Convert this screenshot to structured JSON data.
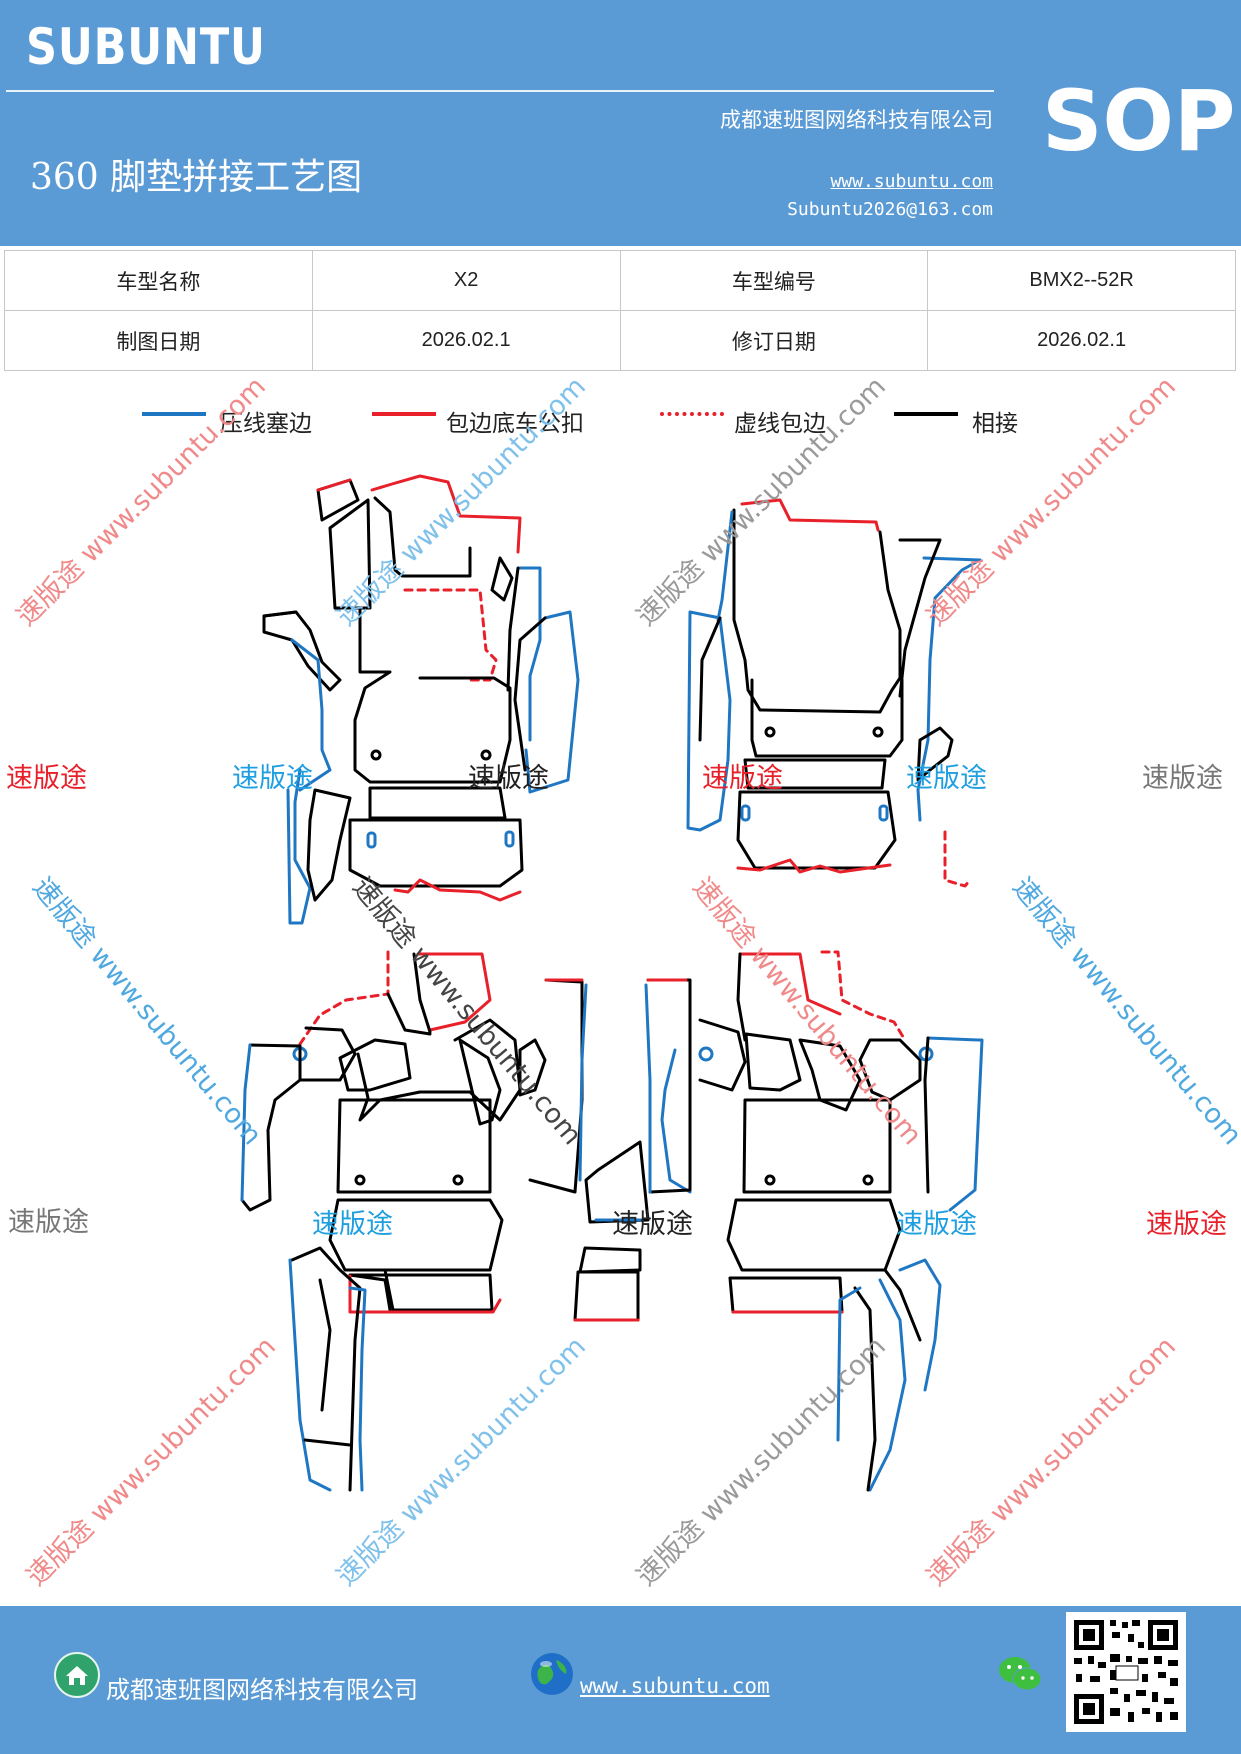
{
  "header": {
    "brand": "SUBUNTU",
    "company": "成都速班图网络科技有限公司",
    "title": "360 脚垫拼接工艺图",
    "website": "www.subuntu.com",
    "email": "Subuntu2026@163.com",
    "badge": "SOP"
  },
  "info_table": {
    "row1": {
      "label1": "车型名称",
      "value1": "X2",
      "label2": "车型编号",
      "value2": "BMX2--52R"
    },
    "row2": {
      "label1": "制图日期",
      "value1": "2026.02.1",
      "label2": "修订日期",
      "value2": "2026.02.1"
    }
  },
  "legend": {
    "items": [
      {
        "label": "压线塞边",
        "color": "#1f77c4",
        "style": "solid"
      },
      {
        "label": "包边底车公扣",
        "color": "#e8202a",
        "style": "solid"
      },
      {
        "label": "虚线包边",
        "color": "#e8202a",
        "style": "dashed"
      },
      {
        "label": "相接",
        "color": "#000000",
        "style": "solid"
      }
    ]
  },
  "watermarks": {
    "brand_cn": "速版途",
    "diagonal_text": "速版途 www.subuntu.com"
  },
  "footer": {
    "company": "成都速班图网络科技有限公司",
    "website": "www.subuntu.com",
    "icons": [
      "home-icon",
      "globe-icon",
      "wechat-icon",
      "qr-code"
    ]
  },
  "colors": {
    "header_bg": "#5b9bd5",
    "blue_line": "#1f77c4",
    "red_line": "#e8202a",
    "black_line": "#000000"
  }
}
